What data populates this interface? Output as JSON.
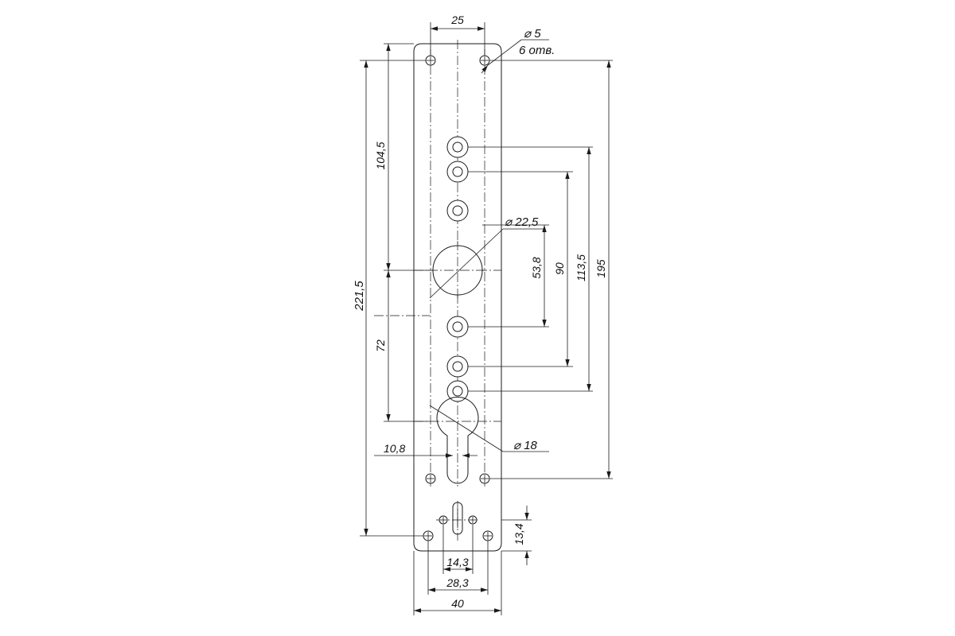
{
  "diagram": {
    "dimensions": {
      "top_hole_spacing": "25",
      "small_hole_diameter": "⌀ 5",
      "small_hole_count": "6 отв.",
      "dist_top_to_cylinder": "104,5",
      "total_height": "221,5",
      "dist_cylinder_to_lower": "72",
      "cylinder_diameter": "⌀ 22,5",
      "dist_53_8": "53,8",
      "dist_90": "90",
      "dist_113_5": "113,5",
      "dist_195": "195",
      "euro_cylinder_diameter": "⌀ 18",
      "keyway_width": "10,8",
      "bottom_height": "13,4",
      "bottom_inner_spacing": "14,3",
      "bottom_outer_spacing": "28,3",
      "plate_width": "40"
    }
  }
}
